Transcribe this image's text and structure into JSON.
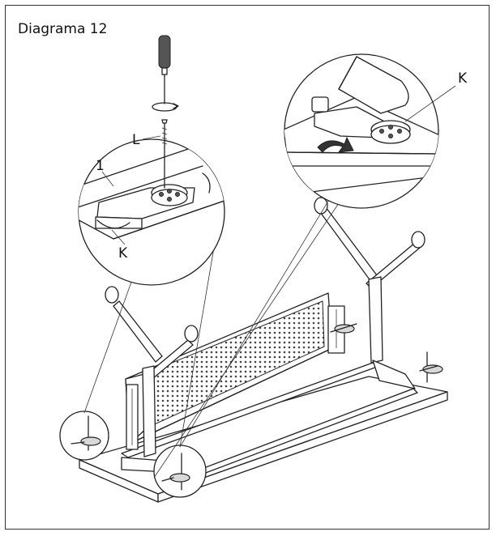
{
  "title": "Diagrama 12",
  "labels": {
    "screw": "L",
    "tabletop": "1",
    "clamp_left": "K",
    "clamp_right": "K"
  },
  "icons": [
    "screwdriver-icon",
    "rotation-arrow-icon",
    "curved-arrow-icon"
  ],
  "colors": {
    "line": "#222222",
    "background": "#ffffff",
    "shade": "#d9d9d9"
  }
}
